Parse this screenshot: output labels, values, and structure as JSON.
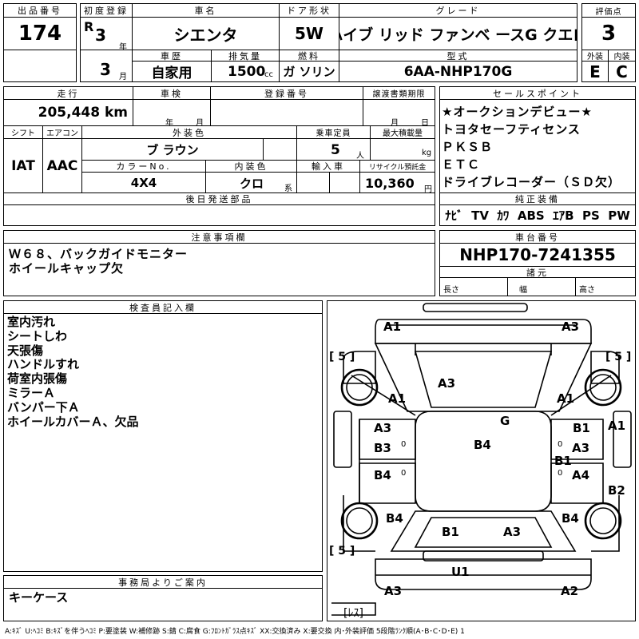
{
  "header": {
    "lot_label": "出品番号",
    "lot_value": "174",
    "reg_label": "初度登録",
    "era": "R",
    "year": "3",
    "year_unit": "年",
    "month": "3",
    "month_unit": "月",
    "car_name_label": "車名",
    "car_name": "シエンタ",
    "door_label": "ドア形状",
    "door": "5W",
    "grade_label": "グレード",
    "grade": "ハイブ リッド ファンベ ースG クエロ",
    "score_label": "評価点",
    "score": "3",
    "history_label": "車歴",
    "history": "自家用",
    "displacement_label": "排気量",
    "displacement": "1500",
    "displacement_unit": "cc",
    "fuel_label": "燃料",
    "fuel": "ガ ソリン",
    "model_label": "型式",
    "model": "6AA-NHP170G",
    "ext_label": "外装",
    "int_label": "内装",
    "ext_grade": "E",
    "int_grade": "C"
  },
  "row2": {
    "mileage_label": "走行",
    "mileage": "205,448 km",
    "inspection_label": "車検",
    "ins_year_unit": "年",
    "ins_month_unit": "月",
    "plate_label": "登録番号",
    "transfer_label": "譲渡書類期限",
    "tr_month_unit": "月",
    "tr_day_unit": "日",
    "shift_label": "シフト",
    "shift": "IAT",
    "ac_label": "エアコン",
    "ac": "AAC",
    "color_label": "外装色",
    "color": "ブ ラウン",
    "seats_label": "乗車定員",
    "seats": "5",
    "seats_unit": "人",
    "load_label": "最大積載量",
    "load_unit": "kg",
    "color_no_label": "カラーNo.",
    "color_no": "4X4",
    "int_color_label": "内装色",
    "int_color": "クロ",
    "int_color_unit": "系",
    "import_label": "輸入車",
    "recycle_label": "リサイクル預託金",
    "recycle": "10,360",
    "recycle_unit": "円",
    "later_parts_label": "後日発送部品",
    "later_parts": ""
  },
  "sales_point": {
    "label": "セールスポイント",
    "lines": "★オークションデビュー★\nトヨタセーフティセンス\nＰＫＳＢ\nＥＴＣ\nドライブレコーダー（ＳＤ欠）"
  },
  "equipment": {
    "label": "純正装備",
    "items": "ﾅﾋﾞ  TV  ｶﾜ  ABS  ｴｱB  PS  PW"
  },
  "notes": {
    "label": "注意事項欄",
    "lines": "Ｗ６８、バックガイドモニター\nホイールキャップ欠"
  },
  "chassis": {
    "label": "車台番号",
    "value": "NHP170-7241355",
    "specs_label": "諸元",
    "length_label": "長さ",
    "width_label": "幅",
    "height_label": "高さ"
  },
  "inspector": {
    "label": "検査員記入欄",
    "lines": "室内汚れ\nシートしわ\n天張傷\nハンドルすれ\n荷室内張傷\nミラーＡ\nバンパー下Ａ\nホイールカバーＡ、欠品"
  },
  "office": {
    "label": "事務局よりご案内",
    "text": "キーケース"
  },
  "diagram": {
    "tire_front_left": "5",
    "tire_front_right": "5",
    "tire_rear_left": "5",
    "spare": "ﾚｽ",
    "marks": [
      "A1",
      "A3",
      "A3",
      "A1",
      "A1",
      "G",
      "A3",
      "B1",
      "A1",
      "B3",
      "B4",
      "A3",
      "B1",
      "B4",
      "A4",
      "B2",
      "B4",
      "B1",
      "A3",
      "B4",
      "U1",
      "A3",
      "A2"
    ],
    "small_marks": [
      "0",
      "0",
      "0",
      "0"
    ]
  },
  "legend": "A:ｷｽﾞ U:ﾍｺﾐ B:ｷｽﾞを伴うﾍｺﾐ P:要塗装 W:補修跡 S:錆 C:腐食 G:ﾌﾛﾝﾄｶﾞﾗｽ点ｷｽﾞ XX:交換済み X:要交換  内･外装評価  5段階ﾗﾝｸ順(A･B･C･D･E) 1"
}
